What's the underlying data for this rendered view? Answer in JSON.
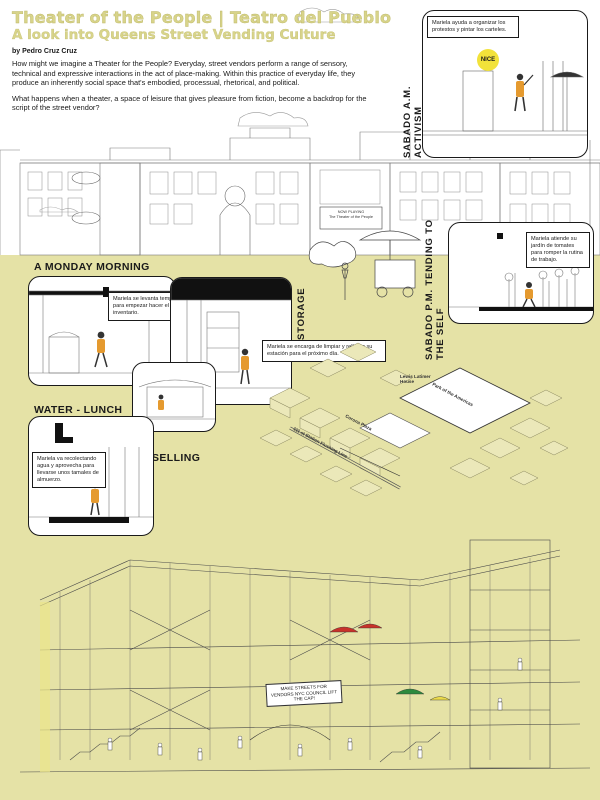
{
  "title": "Theater of the People | Teatro del Pueblo",
  "subtitle": "A look into Queens Street Vending Culture",
  "author": "by Pedro Cruz Cruz",
  "intro": {
    "p1": "How might we imagine a Theater for the People? Everyday, street vendors perform a range of sensory, technical and expressive interactions in the act of place-making. Within this practice of everyday life, they produce an inherently social space that's embodied, processual, rhetorical, and political.",
    "p2": "What happens when a theater, a space of leisure that gives pleasure from fiction, become a backdrop for the script of the street vendor?"
  },
  "facade": {
    "marquee_line1": "NOW PLAYING",
    "marquee_line2": "The Theater of the People"
  },
  "sections": {
    "monday": "A MONDAY MORNING",
    "storage": "STORAGE",
    "water": "WATER - LUNCH",
    "selling": "SELLING",
    "sat_am": "SABADO A.M. ACTIVISM",
    "sat_pm": "SABADO P.M. TENDING TO THE SELF"
  },
  "notes": {
    "activism": "Mariela ayuda a organizar los protestos y pintar los carteles.",
    "self": "Mariela atiende su jardín de tomates para romper la rutina de trabajo.",
    "inventory": "Mariela se levanta temprano para empezar hacer el inventario.",
    "storage": "Mariela se encarga de limpiar y rellenar su estación para el próximo día.",
    "lunch": "Mariela va recolectando agua y aprovecha para llevarse unos tamales de almuerzo."
  },
  "badge": "NICE",
  "map_labels": {
    "park": "Park of the Americas",
    "corona": "Corona Plaza",
    "lewis": "Lewis Latimer House",
    "station": "111 st Station Flushing Line"
  },
  "banner": "MAKE STREETS FOR VENDORS NYC COUNCIL LIFT THE CAP!",
  "colors": {
    "yellow_bg": "#e5e2a6",
    "title_yellow": "#d8d48a",
    "accent_orange": "#e59a2f",
    "umbrella_red": "#c8322a",
    "umbrella_green": "#2d8a3e"
  }
}
